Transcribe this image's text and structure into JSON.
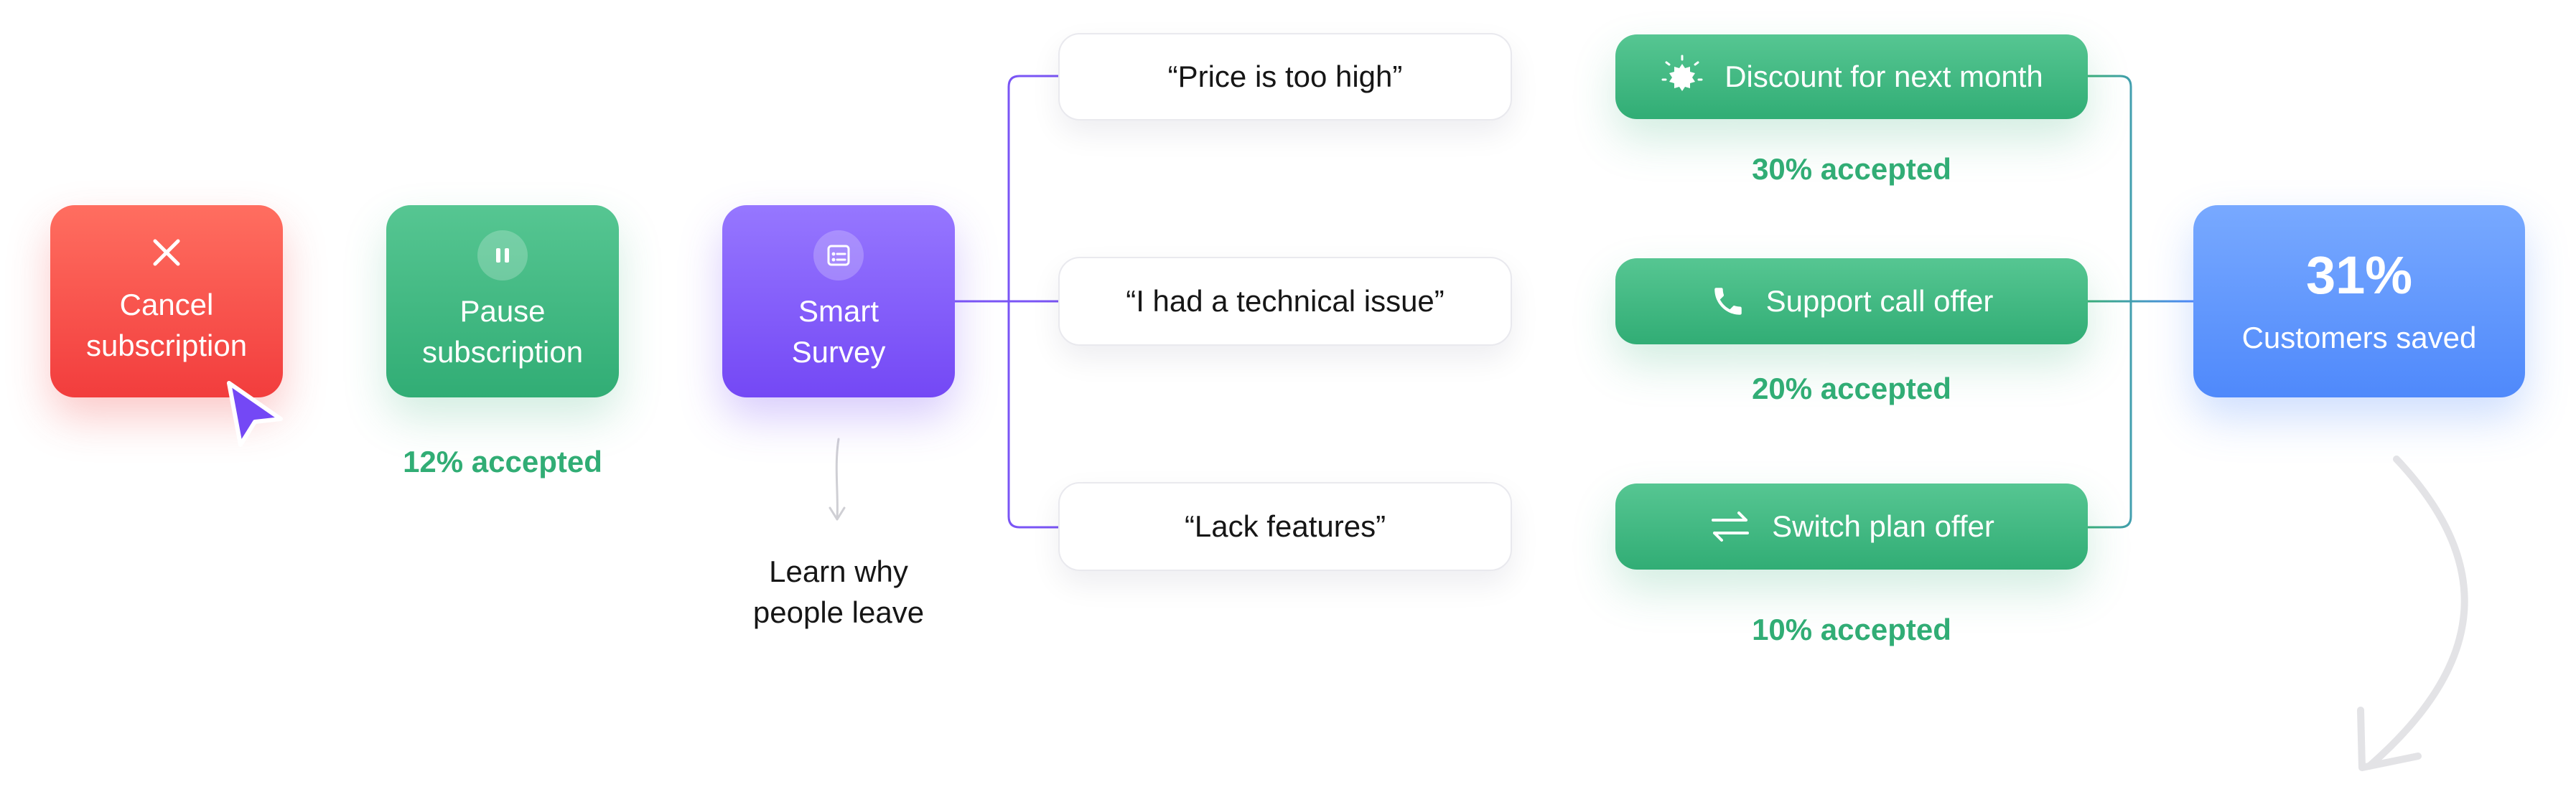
{
  "nodes": {
    "cancel": {
      "label": "Cancel subscription",
      "icon": "close-icon",
      "color": "#f23d3d"
    },
    "pause": {
      "label": "Pause subscription",
      "icon": "pause-icon",
      "color": "#31ad75",
      "accepted": "12% accepted"
    },
    "survey": {
      "label": "Smart Survey",
      "icon": "survey-form-icon",
      "color": "#7448f5",
      "note": "Learn why people leave"
    },
    "saved": {
      "value": "31%",
      "label": "Customers saved",
      "color": "#4f89fb"
    }
  },
  "reasons": [
    {
      "label": "“Price is too high”"
    },
    {
      "label": "“I had a technical issue”"
    },
    {
      "label": "“Lack features”"
    }
  ],
  "offers": [
    {
      "label": "Discount for next month",
      "icon": "discount-badge-icon",
      "accepted": "30% accepted"
    },
    {
      "label": "Support call offer",
      "icon": "phone-icon",
      "accepted": "20% accepted"
    },
    {
      "label": "Switch plan offer",
      "icon": "switch-arrows-icon",
      "accepted": "10% accepted"
    }
  ],
  "colors": {
    "accent_green": "#31ad75",
    "connector_purple": "#7a55f5",
    "connector_teal": "#3aa9a0"
  }
}
